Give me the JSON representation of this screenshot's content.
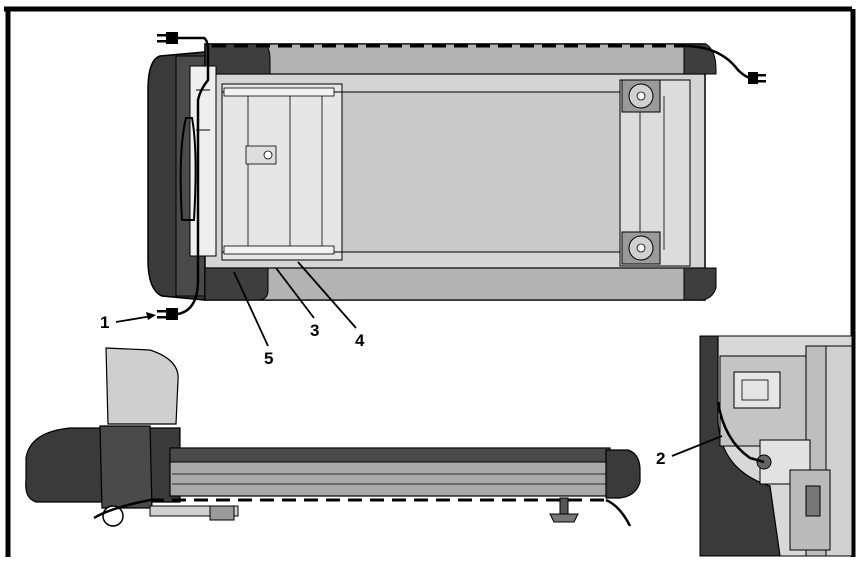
{
  "callouts": {
    "c1": "1",
    "c2": "2",
    "c3": "3",
    "c4": "4",
    "c5": "5"
  },
  "colors": {
    "frame": "#000000",
    "rail": "#a9a9a9",
    "deck": "#c8c8c8",
    "hood": "#3a3a3a",
    "cord": "#000000"
  },
  "icons": {
    "plug": "power-plug-icon"
  }
}
